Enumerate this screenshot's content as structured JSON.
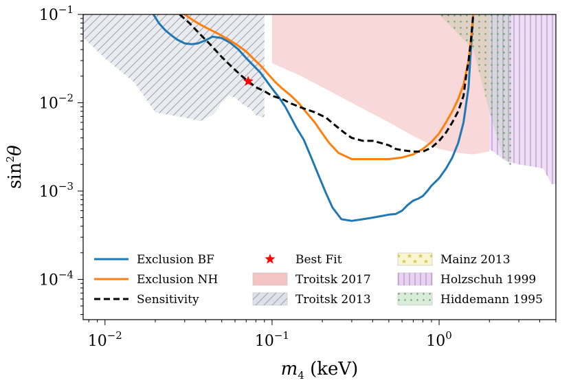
{
  "chart_data": {
    "type": "line",
    "xlabel": {
      "var": "m",
      "sub": "4",
      "unit": " (keV)"
    },
    "ylabel": {
      "base": "sin",
      "sup": "2",
      "var": "θ"
    },
    "x_scale": "log",
    "y_scale": "log",
    "xlim": [
      0.0074,
      5.0
    ],
    "ylim": [
      3.5e-05,
      0.1
    ],
    "grid": false,
    "legend_position": "lower-left",
    "x_ticks": [
      {
        "value": 0.01,
        "base": "10",
        "exp": "−2"
      },
      {
        "value": 0.1,
        "base": "10",
        "exp": "−1"
      },
      {
        "value": 1.0,
        "base": "10",
        "exp": "0"
      }
    ],
    "y_ticks": [
      {
        "value": 0.1,
        "base": "10",
        "exp": "−1"
      },
      {
        "value": 0.01,
        "base": "10",
        "exp": "−2"
      },
      {
        "value": 0.001,
        "base": "10",
        "exp": "−3"
      },
      {
        "value": 0.0001,
        "base": "10",
        "exp": "−4"
      }
    ],
    "series": [
      {
        "name": "Exclusion BF",
        "color": "#1f77b4",
        "style": "solid",
        "x": [
          0.0195,
          0.021,
          0.023,
          0.025,
          0.027,
          0.03,
          0.033,
          0.036,
          0.04,
          0.044,
          0.05,
          0.056,
          0.063,
          0.07,
          0.078,
          0.085,
          0.092,
          0.1,
          0.11,
          0.12,
          0.13,
          0.14,
          0.155,
          0.17,
          0.19,
          0.21,
          0.23,
          0.26,
          0.3,
          0.35,
          0.4,
          0.45,
          0.5,
          0.55,
          0.6,
          0.65,
          0.7,
          0.75,
          0.8,
          0.85,
          0.9,
          1.0,
          1.1,
          1.2,
          1.3,
          1.4,
          1.5,
          1.55,
          1.6
        ],
        "y": [
          0.1,
          0.08,
          0.066,
          0.058,
          0.052,
          0.047,
          0.046,
          0.047,
          0.051,
          0.056,
          0.054,
          0.048,
          0.04,
          0.032,
          0.026,
          0.022,
          0.018,
          0.0145,
          0.0115,
          0.009,
          0.0068,
          0.0052,
          0.0038,
          0.0025,
          0.0015,
          0.00095,
          0.00065,
          0.00048,
          0.00046,
          0.00048,
          0.0005,
          0.00052,
          0.00054,
          0.00055,
          0.0006,
          0.0007,
          0.00078,
          0.00082,
          0.00088,
          0.001,
          0.00115,
          0.0014,
          0.0018,
          0.0024,
          0.0035,
          0.006,
          0.015,
          0.04,
          0.1
        ]
      },
      {
        "name": "Exclusion NH",
        "color": "#ff7f0e",
        "style": "solid",
        "x": [
          0.03,
          0.034,
          0.038,
          0.042,
          0.048,
          0.055,
          0.062,
          0.07,
          0.078,
          0.086,
          0.095,
          0.105,
          0.115,
          0.13,
          0.145,
          0.16,
          0.18,
          0.2,
          0.22,
          0.25,
          0.3,
          0.35,
          0.4,
          0.5,
          0.6,
          0.7,
          0.8,
          0.9,
          1.0,
          1.1,
          1.2,
          1.3,
          1.4,
          1.5,
          1.55,
          1.6
        ],
        "y": [
          0.1,
          0.085,
          0.075,
          0.068,
          0.06,
          0.052,
          0.045,
          0.038,
          0.031,
          0.026,
          0.021,
          0.017,
          0.0145,
          0.012,
          0.0098,
          0.0078,
          0.006,
          0.0045,
          0.0035,
          0.0027,
          0.0023,
          0.0023,
          0.0023,
          0.0023,
          0.0024,
          0.0026,
          0.003,
          0.0036,
          0.0045,
          0.006,
          0.008,
          0.011,
          0.016,
          0.03,
          0.05,
          0.1
        ]
      },
      {
        "name": "Sensitivity",
        "color": "#000000",
        "style": "dashed",
        "x": [
          0.028,
          0.032,
          0.037,
          0.043,
          0.05,
          0.058,
          0.066,
          0.072,
          0.08,
          0.09,
          0.1,
          0.115,
          0.13,
          0.15,
          0.18,
          0.21,
          0.24,
          0.27,
          0.3,
          0.35,
          0.4,
          0.45,
          0.5,
          0.55,
          0.6,
          0.7,
          0.8,
          0.9,
          1.0,
          1.1,
          1.2,
          1.3,
          1.4,
          1.45,
          1.5,
          1.55,
          1.6
        ],
        "y": [
          0.1,
          0.08,
          0.06,
          0.045,
          0.033,
          0.025,
          0.02,
          0.0175,
          0.015,
          0.0135,
          0.012,
          0.011,
          0.0098,
          0.0088,
          0.0078,
          0.0068,
          0.0055,
          0.0046,
          0.004,
          0.0037,
          0.0037,
          0.0035,
          0.0033,
          0.003,
          0.0029,
          0.0028,
          0.0028,
          0.0031,
          0.0037,
          0.0046,
          0.006,
          0.008,
          0.012,
          0.02,
          0.03,
          0.05,
          0.1
        ]
      }
    ],
    "best_fit": {
      "name": "Best Fit",
      "color": "#ff0000",
      "x": 0.072,
      "y": 0.0175
    },
    "regions": [
      {
        "name": "Troitsk 2017",
        "fill": "#d62728",
        "opacity": 0.18,
        "hatch": "none",
        "x": [
          0.1,
          0.15,
          0.2,
          0.3,
          0.5,
          0.7,
          1.0,
          1.3,
          1.6,
          2.0,
          2.0,
          1.0,
          0.3,
          0.1
        ],
        "y": [
          0.028,
          0.02,
          0.015,
          0.01,
          0.006,
          0.0042,
          0.003,
          0.0027,
          0.0026,
          0.0028,
          0.1,
          0.1,
          0.1,
          0.1
        ]
      },
      {
        "name": "Troitsk 2013",
        "fill": "#8a93a8",
        "opacity": 0.18,
        "hatch": "diag",
        "x": [
          0.0074,
          0.01,
          0.012,
          0.015,
          0.02,
          0.025,
          0.03,
          0.037,
          0.045,
          0.05,
          0.055,
          0.06,
          0.067,
          0.075,
          0.08,
          0.09,
          0.09,
          0.0074
        ],
        "y": [
          0.055,
          0.032,
          0.024,
          0.017,
          0.0078,
          0.0072,
          0.0068,
          0.0062,
          0.0074,
          0.01,
          0.012,
          0.0115,
          0.0095,
          0.0085,
          0.0072,
          0.0068,
          0.1,
          0.1
        ]
      },
      {
        "name": "Mainz 2013",
        "fill": "#f0e68c",
        "opacity": 0.3,
        "hatch": "stars",
        "x": [
          0.0074,
          0.1,
          0.1,
          0.0074
        ],
        "y": [
          0.1,
          0.1,
          0.1,
          0.1
        ]
      },
      {
        "name": "Holzschuh 1999",
        "fill": "#c9a0dc",
        "opacity": 0.35,
        "hatch": "vert",
        "x": [
          2.0,
          2.5,
          3.0,
          3.6,
          4.2,
          4.7,
          5.0,
          5.0,
          2.0
        ],
        "y": [
          0.003,
          0.0022,
          0.002,
          0.0019,
          0.0018,
          0.0012,
          0.0012,
          0.1,
          0.1
        ]
      },
      {
        "name": "Hiddemann 1995",
        "fill": "#7fbf7f",
        "opacity": 0.2,
        "hatch": "dots",
        "x": [
          0.17,
          0.3,
          0.6,
          1.0,
          1.6,
          2.0,
          2.4,
          2.7,
          2.7,
          0.17
        ],
        "y": [
          0.1,
          0.1,
          0.1,
          0.1,
          0.04,
          0.008,
          0.0025,
          0.0019,
          0.1,
          0.1
        ]
      }
    ],
    "legend": {
      "columns": [
        [
          {
            "kind": "line",
            "label": "Exclusion BF",
            "ref": "Exclusion BF"
          },
          {
            "kind": "line",
            "label": "Exclusion NH",
            "ref": "Exclusion NH"
          },
          {
            "kind": "line",
            "label": "Sensitivity",
            "ref": "Sensitivity"
          }
        ],
        [
          {
            "kind": "marker",
            "label": "Best Fit",
            "ref": "Best Fit"
          },
          {
            "kind": "patch",
            "label": "Troitsk 2017",
            "ref": "Troitsk 2017"
          },
          {
            "kind": "patch",
            "label": "Troitsk 2013",
            "ref": "Troitsk 2013"
          }
        ],
        [
          {
            "kind": "patch",
            "label": "Mainz 2013",
            "ref": "Mainz 2013"
          },
          {
            "kind": "patch",
            "label": "Holzschuh 1999",
            "ref": "Holzschuh 1999"
          },
          {
            "kind": "patch",
            "label": "Hiddemann 1995",
            "ref": "Hiddemann 1995"
          }
        ]
      ]
    }
  }
}
